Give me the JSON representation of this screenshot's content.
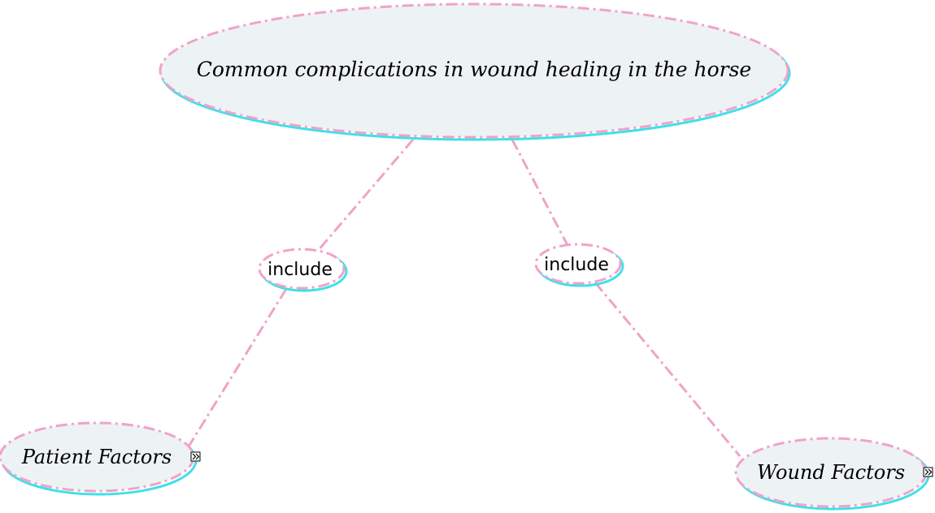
{
  "diagram": {
    "main_concept": "Common complications in wound healing in the horse",
    "linking_phrases": [
      "include",
      "include"
    ],
    "concepts": [
      "Patient Factors",
      "Wound Factors"
    ],
    "icons": {
      "expand": "expand-double-chevron-icon"
    },
    "colors": {
      "outline": "#f0a3c8",
      "shadow": "#3fe0ea",
      "fill": "#edf2f5"
    }
  }
}
